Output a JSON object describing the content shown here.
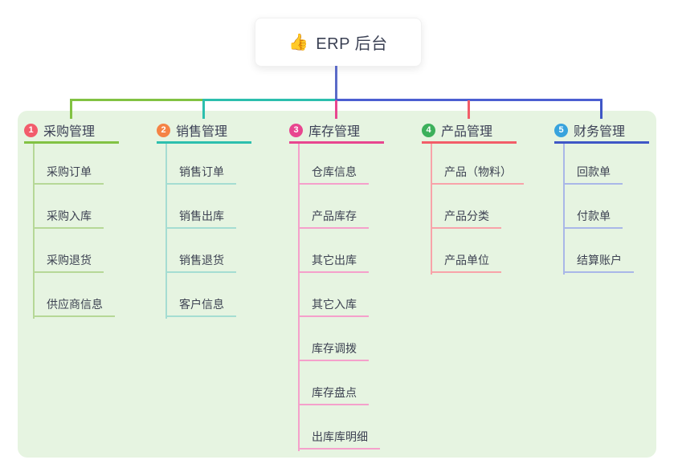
{
  "root": {
    "icon": "👍",
    "label": "ERP 后台"
  },
  "connector": {
    "root_line_color": "#5b6bc8",
    "bus_colors": [
      "#82c243",
      "#2cbfae",
      "#4b5ed1"
    ]
  },
  "background_color": "#e6f4e1",
  "branches": [
    {
      "index": "1",
      "label": "采购管理",
      "badge_color": "#f25c6b",
      "line_color": "#82c243",
      "child_line_color": "#b6d897",
      "children": [
        "采购订单",
        "采购入库",
        "采购退货",
        "供应商信息"
      ]
    },
    {
      "index": "2",
      "label": "销售管理",
      "badge_color": "#f58345",
      "line_color": "#2cbfae",
      "child_line_color": "#a5ddd2",
      "children": [
        "销售订单",
        "销售出库",
        "销售退货",
        "客户信息"
      ]
    },
    {
      "index": "3",
      "label": "库存管理",
      "badge_color": "#e8468f",
      "line_color": "#e8468f",
      "child_line_color": "#f5a0cb",
      "children": [
        "仓库信息",
        "产品库存",
        "其它出库",
        "其它入库",
        "库存调拨",
        "库存盘点",
        "出库库明细"
      ]
    },
    {
      "index": "4",
      "label": "产品管理",
      "badge_color": "#3cb05b",
      "line_color": "#f25d68",
      "child_line_color": "#f8a3a9",
      "children": [
        "产品（物料）",
        "产品分类",
        "产品单位"
      ]
    },
    {
      "index": "5",
      "label": "财务管理",
      "badge_color": "#38a3dd",
      "line_color": "#3f57c6",
      "child_line_color": "#a9b7e8",
      "children": [
        "回款单",
        "付款单",
        "结算账户"
      ]
    }
  ]
}
